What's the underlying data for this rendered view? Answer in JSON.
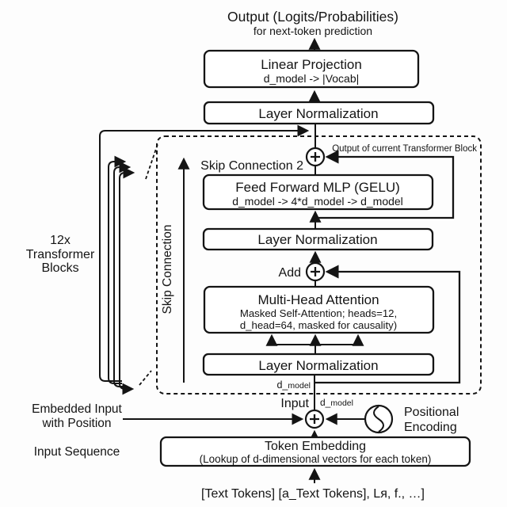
{
  "colors": {
    "ink": "#141414",
    "background": "#fdfdfd"
  },
  "output": {
    "title": "Output (Logits/Probabilities)",
    "subtitle": "for next-token prediction"
  },
  "linear_projection": {
    "title": "Linear Projection",
    "subtitle": "d_model -> |Vocab|"
  },
  "layer_norm_top": {
    "title": "Layer Normalization"
  },
  "left_labels": {
    "blocks_line1": "12x",
    "blocks_line2": "Transformer",
    "blocks_line3": "Blocks",
    "embedded_line1": "Embedded Input",
    "embedded_line2": "with Position",
    "input_sequence": "Input Sequence"
  },
  "transformer_block": {
    "output_label": "Output of current Transformer Block",
    "skip2_label": "Skip Connection 2",
    "skip_connection_label": "Skip Connection",
    "ffn": {
      "title": "Feed Forward MLP (GELU)",
      "subtitle": "d_model -> 4*d_model -> d_model"
    },
    "layer_norm_mid": {
      "title": "Layer Normalization"
    },
    "add_label": "Add",
    "mha": {
      "title": "Multi-Head Attention",
      "subtitle1": "Masked Self-Attention; heads=12,",
      "subtitle2": "d_head=64, masked for causality)"
    },
    "layer_norm_bottom": {
      "title": "Layer Normalization"
    },
    "d_model_prefix": "d_",
    "d_model_sub": "model"
  },
  "input_junction": {
    "input_label": "Input",
    "d_model_prefix": "d_",
    "d_model_sub": "model"
  },
  "positional_encoding": {
    "line1": "Positional",
    "line2": "Encoding"
  },
  "token_embedding": {
    "title": "Token Embedding",
    "subtitle": "(Lookup of d-dimensional vectors for each token)"
  },
  "tokens_line": "[Text Tokens] [a_Text Tokens], Lя, f., …]",
  "icons": {
    "add": "+",
    "positional_wave": "∿"
  }
}
